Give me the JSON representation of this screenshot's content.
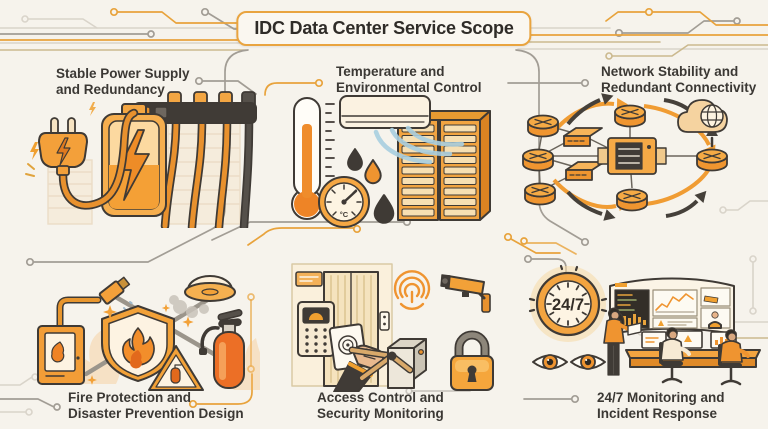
{
  "title": "IDC Data Center Service Scope",
  "sections": [
    {
      "id": "power",
      "lines": [
        "Stable Power Supply",
        "and Redundancy"
      ],
      "icons": [
        "power-plug-icon",
        "battery-icon",
        "power-strip-icon",
        "spark-icon"
      ]
    },
    {
      "id": "temperature",
      "lines": [
        "Temperature and",
        "Environmental Control"
      ],
      "icons": [
        "thermometer-icon",
        "air-conditioner-icon",
        "water-droplet-icon",
        "temperature-gauge-icon",
        "server-racks-icon"
      ]
    },
    {
      "id": "network",
      "lines": [
        "Network Stability and",
        "Redundant Connectivity"
      ],
      "icons": [
        "router-icon",
        "switch-icon",
        "server-icon",
        "cloud-globe-icon",
        "redundant-path-arrow-icon"
      ]
    },
    {
      "id": "fire",
      "lines": [
        "Fire Protection and",
        "Disaster Prevention Design"
      ],
      "icons": [
        "fire-alarm-panel-icon",
        "sprinkler-nozzle-icon",
        "shield-flame-icon",
        "smoke-detector-icon",
        "fire-extinguisher-icon",
        "warning-triangle-icon"
      ]
    },
    {
      "id": "access",
      "lines": [
        "Access Control and",
        "Security Monitoring"
      ],
      "icons": [
        "door-icon",
        "card-reader-icon",
        "keycard-hand-icon",
        "fingerprint-icon",
        "cctv-camera-icon",
        "turnstile-icon",
        "padlock-icon"
      ]
    },
    {
      "id": "monitoring",
      "lines": [
        "24/7 Monitoring and",
        "Incident Response"
      ],
      "icons": [
        "clock-24-7-icon",
        "watching-eyes-icon",
        "control-room-icon"
      ]
    }
  ],
  "badges": {
    "clock": "24/7",
    "gauge_unit": "°C"
  },
  "colors": {
    "background": "#F6F3EC",
    "accent_orange": "#EF9A31",
    "deep_orange": "#DD7A22",
    "outline_dark": "#3F3A35",
    "trace_gray": "#A29D95",
    "trace_orange": "#E8A33C",
    "air_blue": "#A9CFE0"
  }
}
